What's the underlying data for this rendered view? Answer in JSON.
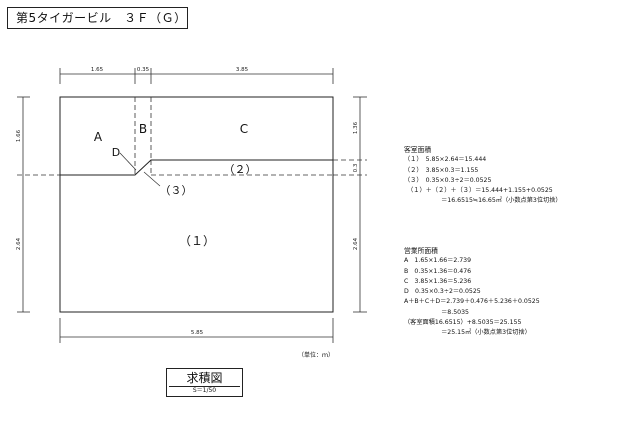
{
  "title": "第5タイガービル　３Ｆ（Ｇ）",
  "dimensions": {
    "top": [
      "1.65",
      "0.35",
      "3.85"
    ],
    "bottom": "5.85",
    "left": [
      "1.66",
      "2.64"
    ],
    "right": [
      "1.36",
      "0.3",
      "2.64"
    ]
  },
  "regions": {
    "A": "A",
    "B": "B",
    "C": "C",
    "D": "D",
    "r1": "（１）",
    "r2": "（２）",
    "r3": "（３）"
  },
  "unit_note": "（単位：ｍ）",
  "stamp": {
    "label": "求積図",
    "scale": "S＝1/50"
  },
  "guest_area": {
    "heading": "客室面積",
    "lines": [
      "（１）　5.85×2.64＝15.444",
      "（２）　3.85×0.3＝1.155",
      "（３）　0.35×0.3÷2＝0.0525",
      "　（１）＋（２）＋（３）＝15.444+1.155+0.0525",
      "　　　　　　＝16.6515≒16.65㎡（小数点第3位切捨）"
    ]
  },
  "business_area": {
    "heading": "営業所面積",
    "lines": [
      "A　1.65×1.66＝2.739",
      "B　0.35×1.36＝0.476",
      "C　3.85×1.36＝5.236",
      "D　0.35×0.3÷2＝0.0525",
      "A＋B＋C＋D＝2.739＋0.476＋5.236＋0.0525",
      "　　　　　　＝8.5035",
      "（客室面積16.6515）+8.5035＝25.155",
      "　　　　　　＝25.15㎡（小数点第3位切捨）"
    ]
  }
}
